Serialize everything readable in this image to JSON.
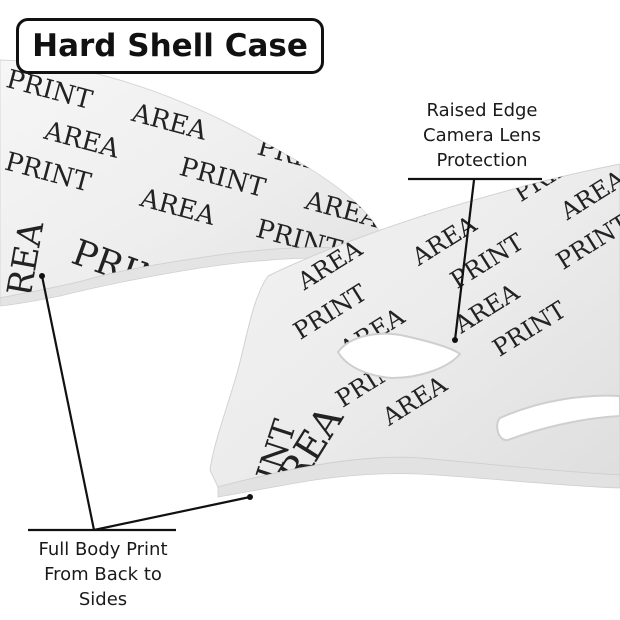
{
  "title": "Hard Shell Case",
  "callouts": {
    "camera": [
      "Raised Edge",
      "Camera Lens",
      "Protection"
    ],
    "body": [
      "Full Body Print",
      "From Back to",
      "Sides"
    ]
  },
  "print_word_a": "PRINT",
  "print_word_b": "AREA",
  "colors": {
    "background": "#ffffff",
    "case": "#eeeeee",
    "case_edge": "#d8d8d8",
    "print_text": "#222222",
    "line": "#111111"
  }
}
